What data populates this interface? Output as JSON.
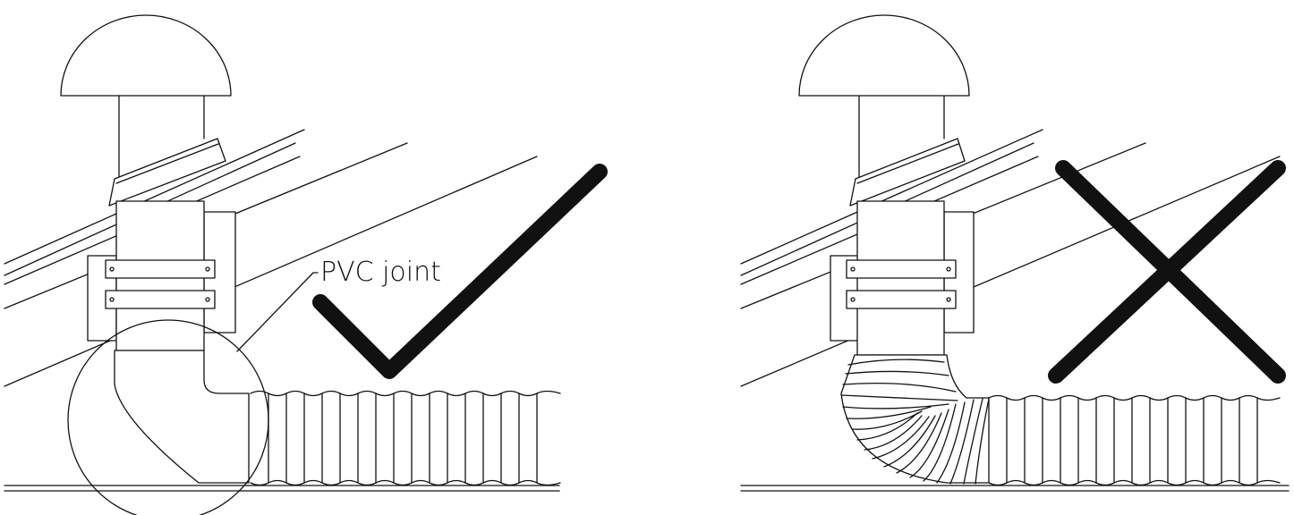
{
  "diagram": {
    "callout_label": "PVC joint",
    "colors": {
      "line": "#111111",
      "mark": "#111111",
      "background": "#ffffff"
    },
    "panels": [
      {
        "id": "correct",
        "mark": "check-mark",
        "duct_bend": "rigid-pvc-elbow"
      },
      {
        "id": "incorrect",
        "mark": "cross-mark",
        "duct_bend": "bent-flexible-duct"
      }
    ]
  }
}
